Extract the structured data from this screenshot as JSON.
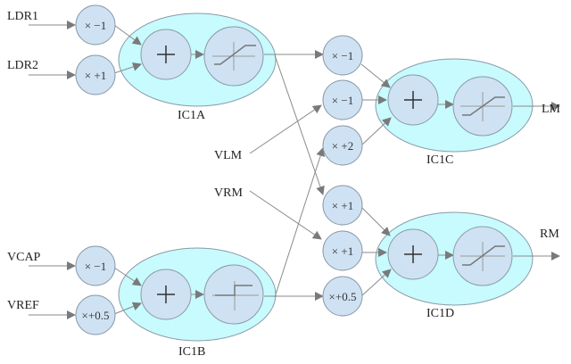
{
  "diagram": {
    "inputs": {
      "ldr1": "LDR1",
      "ldr2": "LDR2",
      "vcap": "VCAP",
      "vref": "VREF",
      "vlm": "VLM",
      "vrm": "VRM"
    },
    "outputs": {
      "lm": "LM",
      "rm": "RM"
    },
    "groups": {
      "ic1a": "IC1A",
      "ic1b": "IC1B",
      "ic1c": "IC1C",
      "ic1d": "IC1D"
    },
    "gains": {
      "a1": "× −1",
      "a2": "× +1",
      "b1": "× −1",
      "b2": "×+0.5",
      "c1": "× −1",
      "c2": "× −1",
      "c3": "× +2",
      "d1": "× +1",
      "d2": "× +1",
      "d3": "×+0.5"
    },
    "sum_symbol": "+",
    "colors": {
      "group_fill": "#c7fbfd",
      "node_fill": "#cfe2f3",
      "wire": "#8a8a8a"
    }
  }
}
